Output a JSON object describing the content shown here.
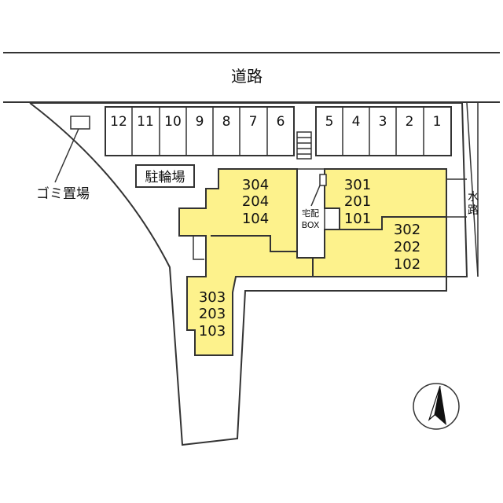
{
  "road_top": "道路",
  "waterway_chars": [
    "水",
    "路"
  ],
  "parking_left": [
    "12",
    "11",
    "10",
    "9",
    "8",
    "7",
    "6"
  ],
  "parking_right": [
    "5",
    "4",
    "3",
    "2",
    "1"
  ],
  "bicycle_parking": "駐輪場",
  "garbage_area": "ゴミ置場",
  "delivery_box": [
    "宅配",
    "BOX"
  ],
  "units": {
    "east_upper": [
      "301",
      "201",
      "101"
    ],
    "east_lower": [
      "302",
      "202",
      "102"
    ],
    "west_upper": [
      "304",
      "204",
      "104"
    ],
    "west_lower": [
      "303",
      "203",
      "103"
    ]
  },
  "colors": {
    "building_fill": "#fdf28c",
    "line": "#333333"
  },
  "icons": [
    "north-arrow-icon"
  ]
}
